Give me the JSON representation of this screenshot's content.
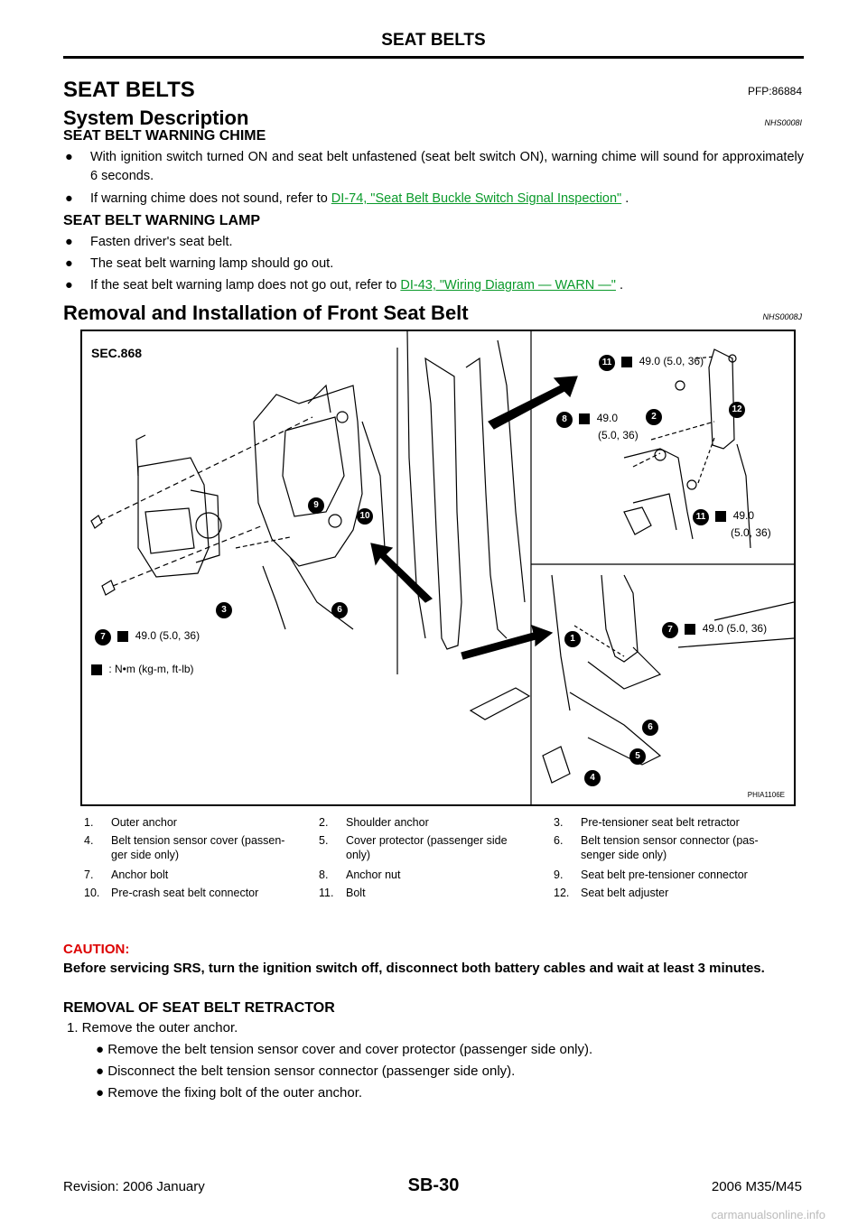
{
  "header": {
    "title": "SEAT BELTS"
  },
  "section": {
    "title": "SEAT BELTS",
    "pfp": "PFP:86884"
  },
  "system_description": {
    "title": "System Description",
    "code": "NHS0008I",
    "chime_heading": "SEAT BELT WARNING CHIME",
    "chime_bullets": [
      "With ignition switch turned ON and seat belt unfastened (seat belt switch ON), warning chime will sound for approximately 6 seconds.",
      "If warning chime does not sound, refer to "
    ],
    "chime_link": "DI-74, \"Seat Belt Buckle Switch Signal Inspection\"",
    "lamp_heading": "SEAT BELT WARNING LAMP",
    "lamp_bullets": [
      "Fasten driver's seat belt.",
      "The seat belt warning lamp should go out.",
      "If the seat belt warning lamp does not go out, refer to "
    ],
    "lamp_link": "DI-43, \"Wiring Diagram — WARN —\"",
    "period": " ."
  },
  "removal": {
    "title": "Removal and Installation of Front Seat Belt",
    "code": "NHS0008J"
  },
  "figure": {
    "sec": "SEC.868",
    "torque_full": "49.0 (5.0, 36)",
    "torque_a": "49.0",
    "torque_b": "(5.0, 36)",
    "unit_legend": ": N•m (kg-m, ft-lb)",
    "code": "PHIA1106E",
    "numbers": [
      "1",
      "2",
      "3",
      "4",
      "5",
      "6",
      "7",
      "8",
      "9",
      "10",
      "11",
      "12"
    ]
  },
  "legend": [
    [
      "1.",
      "Outer anchor",
      "2.",
      "Shoulder anchor",
      "3.",
      "Pre-tensioner seat belt retractor"
    ],
    [
      "4.",
      "Belt tension sensor cover (passen-\nger side only)",
      "5.",
      "Cover protector (passenger side\nonly)",
      "6.",
      "Belt tension sensor connector (pas-\nsenger side only)"
    ],
    [
      "7.",
      "Anchor bolt",
      "8.",
      "Anchor nut",
      "9.",
      "Seat belt pre-tensioner connector"
    ],
    [
      "10.",
      "Pre-crash seat belt connector",
      "11.",
      "Bolt",
      "12.",
      "Seat belt adjuster"
    ]
  ],
  "caution": {
    "heading": "CAUTION:",
    "text": "Before servicing SRS, turn the ignition switch off, disconnect both battery cables and wait at least 3 minutes."
  },
  "retractor": {
    "heading": "REMOVAL OF SEAT BELT RETRACTOR",
    "step1": "1.   Remove the outer anchor.",
    "bullets": [
      "Remove the belt tension sensor cover and cover protector (passenger side only).",
      "Disconnect the belt tension sensor connector (passenger side only).",
      "Remove the fixing bolt of the outer anchor."
    ]
  },
  "footer": {
    "revision": "Revision: 2006 January",
    "page": "SB-30",
    "model": "2006 M35/M45"
  },
  "watermark": "carmanualsonline.info"
}
